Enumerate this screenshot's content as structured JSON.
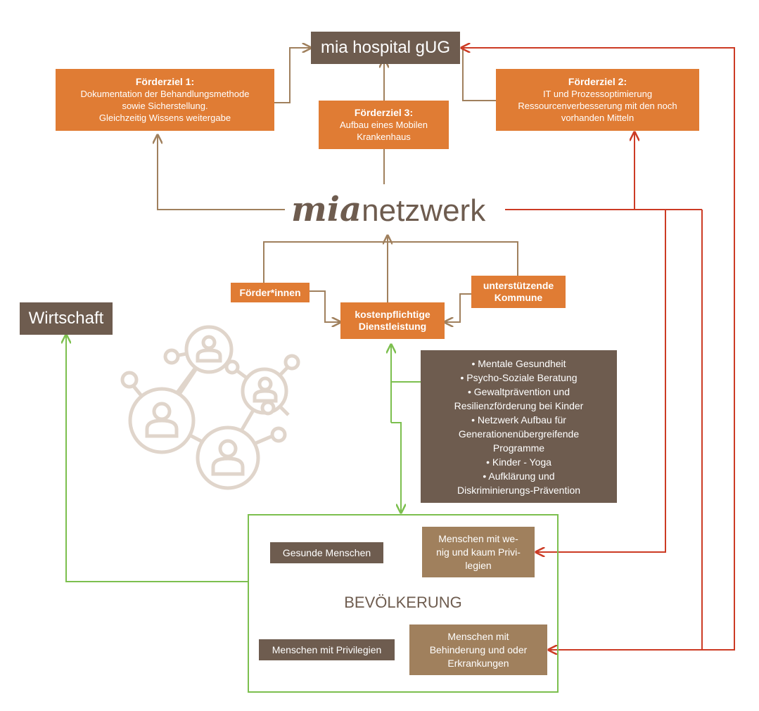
{
  "top_box": "mia hospital gUG",
  "goals": [
    {
      "title": "Förderziel 1:",
      "lines": [
        "Dokumentation der Behandlungsmethode",
        "sowie Sicherstellung.",
        "Gleichzeitig Wissens weitergabe"
      ]
    },
    {
      "title": "Förderziel 3:",
      "lines": [
        "Aufbau eines Mobilen",
        "Krankenhaus"
      ]
    },
    {
      "title": "Förderziel 2:",
      "lines": [
        "IT und Prozessoptimierung",
        "Ressourcenverbesserung mit den noch",
        "vorhanden Mitteln"
      ]
    }
  ],
  "network": {
    "bold": "mia",
    "rest": "netzwerk"
  },
  "funders": "Förder*innen",
  "community": [
    "unterstützende",
    "Kommune"
  ],
  "service": [
    "kostenpflichtige",
    "Dienstleistung"
  ],
  "economy": "Wirtschaft",
  "services_list": [
    "• Mentale Gesundheit",
    "• Psycho-Soziale Beratung",
    "• Gewaltprävention und",
    "Resilienzförderung bei Kinder",
    "• Netzwerk Aufbau für",
    "Generationenübergreifende",
    "Programme",
    "• Kinder - Yoga",
    "• Aufklärung und",
    "Diskriminierungs-Prävention"
  ],
  "population": {
    "title": "BEVÖLKERUNG",
    "healthy": "Gesunde Menschen",
    "privileged": "Menschen mit Privilegien",
    "low_privilege": [
      "Menschen mit we-",
      "nig und kaum Privi-",
      "legien"
    ],
    "disabled": [
      "Menschen mit",
      "Behinderung und oder",
      "Erkrankungen"
    ]
  },
  "colors": {
    "orange": "#e07c34",
    "dark": "#6e5c4f",
    "tan": "#a0805d",
    "brown_line": "#a0805d",
    "red_line": "#cc3b24",
    "green_line": "#7cbf4e",
    "icon": "#e0d5cb"
  }
}
